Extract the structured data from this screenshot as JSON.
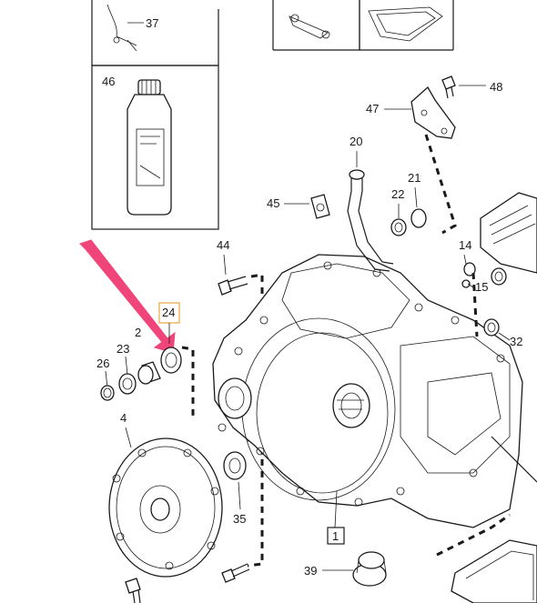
{
  "diagram": {
    "callouts": {
      "c37": "37",
      "c46": "46",
      "c48": "48",
      "c47": "47",
      "c20": "20",
      "c21": "21",
      "c22": "22",
      "c45": "45",
      "c44": "44",
      "c14": "14",
      "c15": "15",
      "c32": "32",
      "c24": "24",
      "c2x": "2",
      "c23": "23",
      "c26": "26",
      "c4": "4",
      "c35": "35",
      "c1": "1",
      "c39": "39"
    },
    "highlight_color": "#f0457a",
    "box_highlight_color": "#e8a63c"
  }
}
